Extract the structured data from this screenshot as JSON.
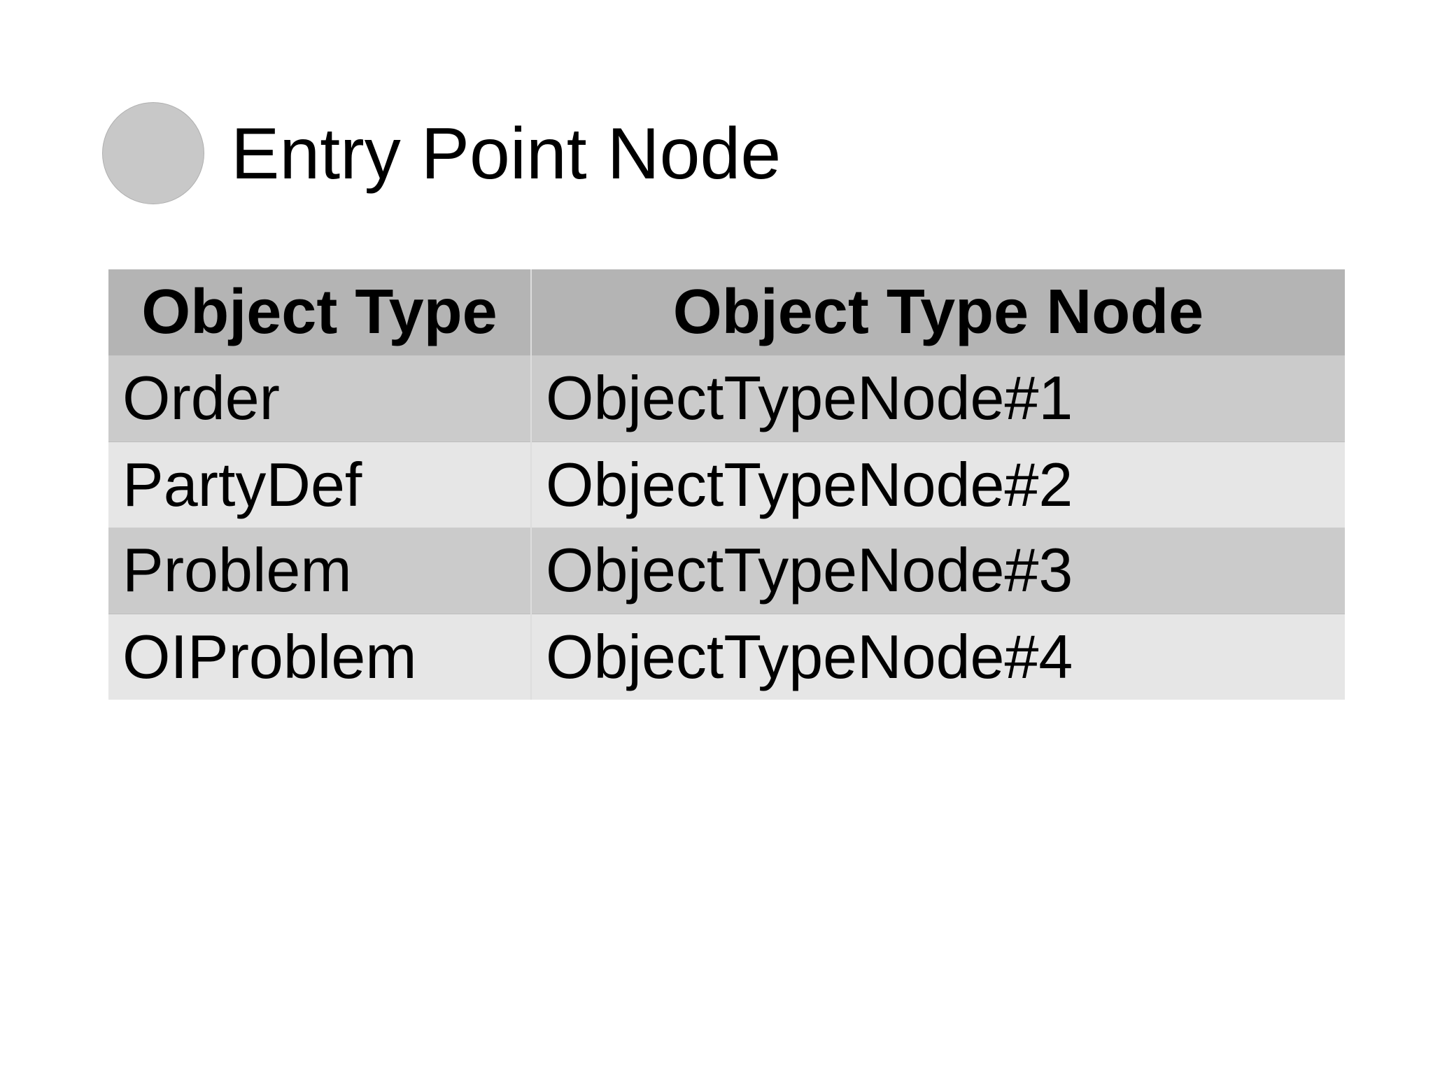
{
  "title": "Entry Point Node",
  "colors": {
    "circle_fill": "#c8c8c8",
    "circle_border": "#b0b0b0",
    "header_bg": "#b4b4b4",
    "row_dark_bg": "#cbcbcb",
    "row_light_bg": "#e6e6e6"
  },
  "table": {
    "headers": [
      "Object Type",
      "Object Type Node"
    ],
    "rows": [
      [
        "Order",
        "ObjectTypeNode#1"
      ],
      [
        "PartyDef",
        "ObjectTypeNode#2"
      ],
      [
        "Problem",
        "ObjectTypeNode#3"
      ],
      [
        "OIProblem",
        "ObjectTypeNode#4"
      ]
    ]
  }
}
